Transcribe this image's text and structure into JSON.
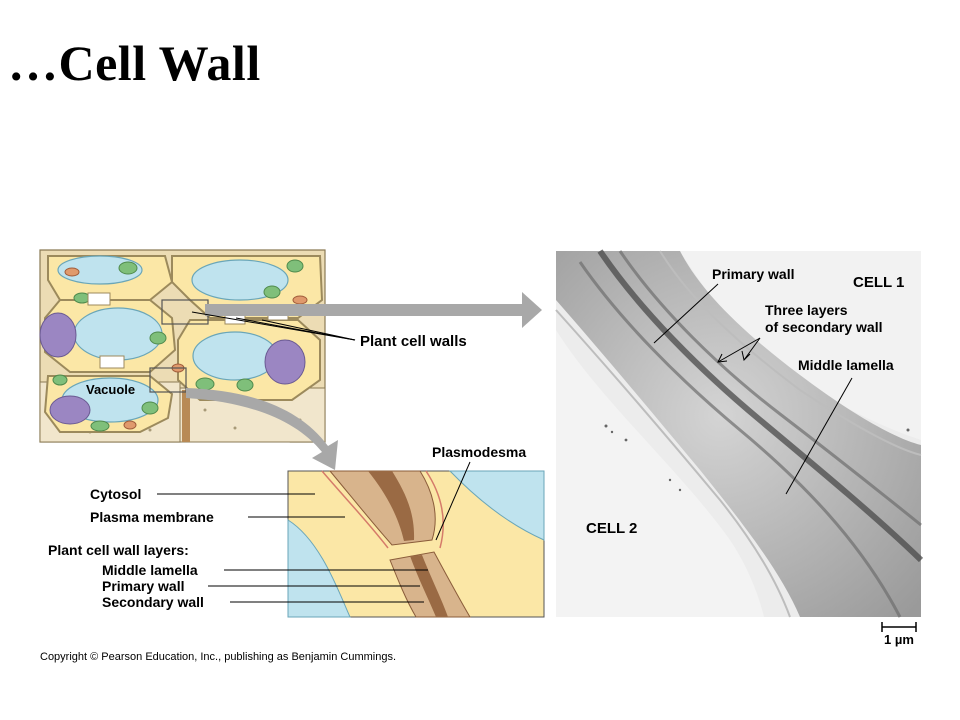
{
  "slide": {
    "title": "…Cell Wall",
    "copyright": "Copyright © Pearson Education, Inc., publishing as Benjamin Cummings."
  },
  "cell_diagram": {
    "vacuole_label": "Vacuole",
    "plant_cell_walls_label": "Plant cell walls"
  },
  "enlargement": {
    "plasmodesma_label": "Plasmodesma",
    "cytosol_label": "Cytosol",
    "plasma_membrane_label": "Plasma membrane",
    "layers_heading": "Plant cell wall layers:",
    "middle_lamella_label": "Middle lamella",
    "primary_wall_label": "Primary wall",
    "secondary_wall_label": "Secondary wall"
  },
  "micrograph": {
    "primary_wall_label": "Primary wall",
    "cell1_label": "CELL 1",
    "secondary_line1": "Three layers",
    "secondary_line2": "of secondary wall",
    "middle_lamella_label": "Middle lamella",
    "cell2_label": "CELL 2",
    "scale_label": "1 µm"
  },
  "colors": {
    "wall_tan": "#ecdcb4",
    "vacuole_blue": "#bfe3ee",
    "cytosol_yellow": "#fbe7a6",
    "nucleus_purple": "#9b86c2",
    "chloroplast_green": "#7fbf7a",
    "arrow_gray": "#a8a8a8"
  }
}
